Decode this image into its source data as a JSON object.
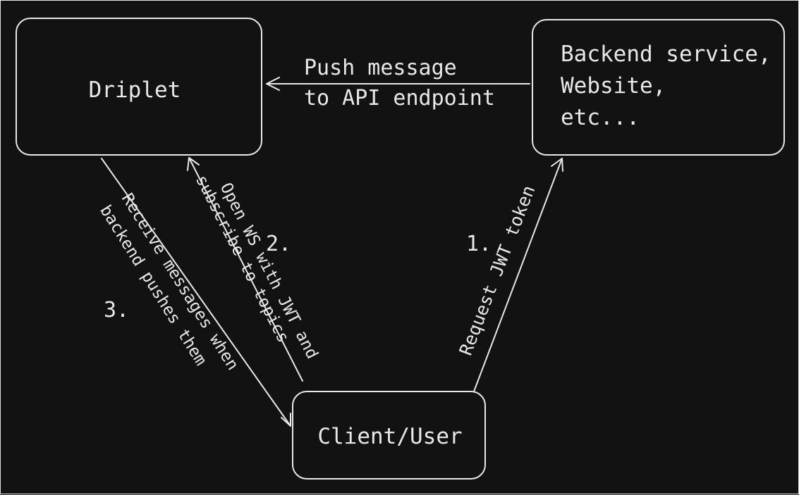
{
  "nodes": {
    "driplet": "Driplet",
    "backend": [
      "Backend service,",
      "Website,",
      "etc..."
    ],
    "client": "Client/User"
  },
  "edges": {
    "push": [
      "Push message",
      "to API endpoint"
    ],
    "request": {
      "text": "Request JWT token",
      "step": "1."
    },
    "open_ws": {
      "lines": [
        "Open WS with JWT and",
        "subscribe to topics"
      ],
      "step": "2."
    },
    "receive": {
      "lines": [
        "Receive messages when",
        "backend pushes them"
      ],
      "step": "3."
    }
  },
  "colors": {
    "background": "#121212",
    "stroke": "#e8e8e8"
  }
}
